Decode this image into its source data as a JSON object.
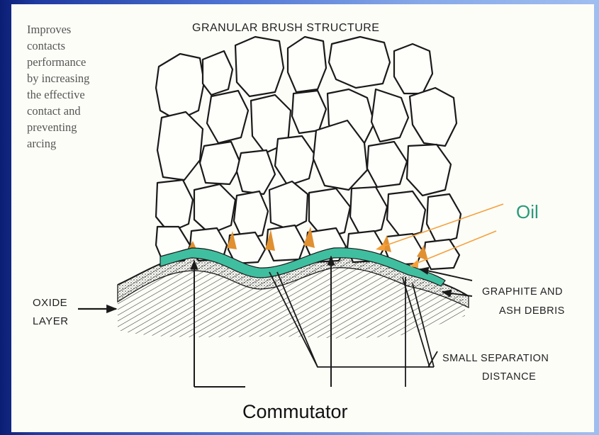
{
  "diagram": {
    "title": "GRANULAR  BRUSH  STRUCTURE",
    "note_lines": [
      "Improves",
      "contacts",
      "performance",
      "by increasing",
      "the effective",
      "contact and",
      "preventing",
      "arcing"
    ],
    "labels": {
      "oil": "Oil",
      "oxide_line1": "OXIDE",
      "oxide_line2": "LAYER",
      "graphite_line1": "GRAPHITE  AND",
      "graphite_line2": "ASH  DEBRIS",
      "separation_line1": "SMALL  SEPARATION",
      "separation_line2": "DISTANCE",
      "commutator": "Commutator"
    },
    "colors": {
      "oil_film": "#3fbf9f",
      "oil_label": "#2a9a7a",
      "oil_pointer": "#f5a03a",
      "oil_droplet": "#e09030",
      "ink": "#1a1a1a"
    }
  }
}
